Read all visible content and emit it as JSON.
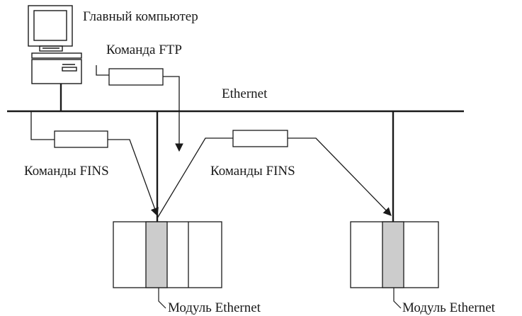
{
  "labels": {
    "host_computer": "Главный компьютер",
    "ftp_command": "Команда FTP",
    "ethernet": "Ethernet",
    "fins_left": "Команды FINS",
    "fins_right": "Команды FINS",
    "module_left": "Модуль Ethernet",
    "module_right": "Модуль Ethernet"
  },
  "colors": {
    "line": "#1a1a1a",
    "module_fill": "#cccccc",
    "background": "#ffffff"
  }
}
